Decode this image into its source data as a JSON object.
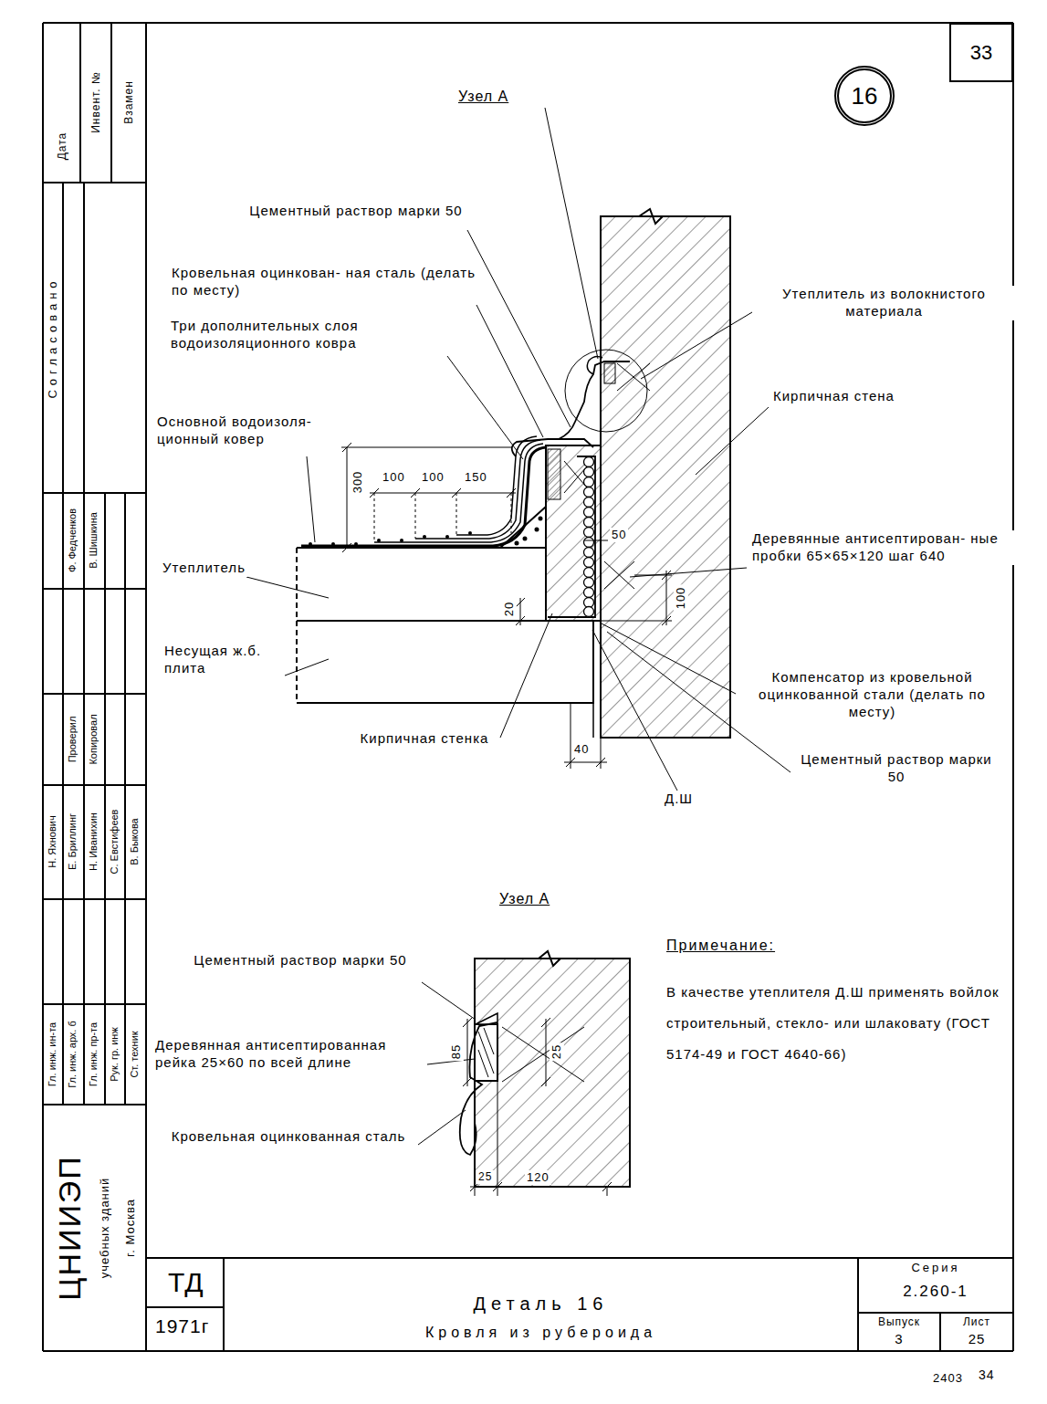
{
  "diagram": {
    "title": "Деталь 16",
    "nodes": [
      {
        "text": [
          "33"
        ]
      },
      {
        "text": [
          "16"
        ]
      }
    ],
    "labels": [
      "Узел А",
      "Цементный раствор марки 50",
      "Кровельная оцинкован- ная сталь (делать по месту)",
      "Три дополнительных слоя водоизоляционного ковра",
      "Основной водоизоля- ционный ковер",
      "Утеплитель",
      "Несущая ж.б. плита",
      "Кирпичная стенка",
      "Утеплитель из волокнистого материала",
      "Кирпичная стена",
      "Деревянные антисептирован- ные пробки 65×65×120 шаг 640",
      "Компенсатор из кровельной оцинкованной стали (делать по месту)",
      "Цементный раствор марки 50",
      "Д.Ш",
      "300",
      "100",
      "100",
      "150",
      "50",
      "20",
      "100",
      "40",
      "Узел А",
      "Цементный раствор марки 50",
      "Деревянная антисептированная рейка 25×60 по всей длине",
      "Кровельная оцинкованная сталь",
      "85",
      "25",
      "25",
      "120",
      "Примечание:",
      "В качестве утеплителя Д.Ш применять войлок строительный, стекло- или шлаковату (ГОСТ 5174-49 и ГОСТ 4640-66)",
      "ТД",
      "1971г",
      "Кровля из рубероида",
      "Серия",
      "2.260-1",
      "Выпуск",
      "3",
      "Лист",
      "25",
      "2403",
      "34",
      "Дата",
      "Инвент. №",
      "Взамен",
      "Согласовано",
      "Проверил",
      "Копировал",
      "Ф. Федченков",
      "В. Шишкина",
      "Н. Яхнович",
      "Е. Бриллинг",
      "Н. Иванихин",
      "С. Евстифеев",
      "В. Быкова",
      "Гл. инж. ин-та",
      "Гл. инж. арх. б",
      "Гл. инж. пр-та",
      "Рук. гр. инж",
      "Ст. техник",
      "ЦНИИЭП",
      "учебных зданий",
      "г. Москва"
    ]
  }
}
